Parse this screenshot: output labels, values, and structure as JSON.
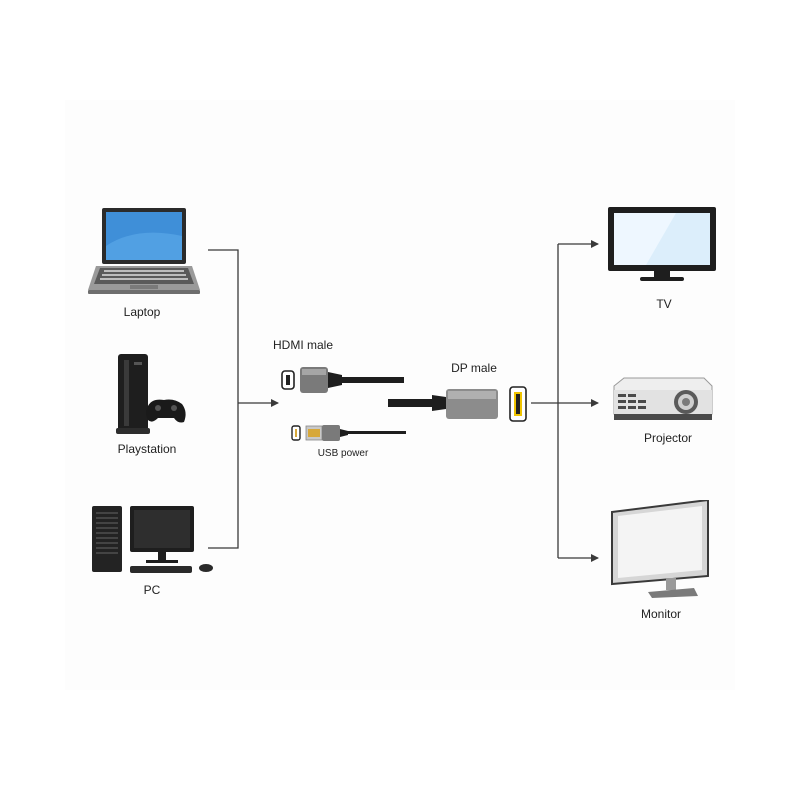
{
  "sources": [
    {
      "id": "laptop",
      "label": "Laptop",
      "icon": "laptop-icon"
    },
    {
      "id": "playstation",
      "label": "Playstation",
      "icon": "game-console-icon"
    },
    {
      "id": "pc",
      "label": "PC",
      "icon": "desktop-pc-icon"
    }
  ],
  "cable": {
    "hdmi_label": "HDMI  male",
    "usb_label": "USB power",
    "dp_label": "DP male"
  },
  "outputs": [
    {
      "id": "tv",
      "label": "TV",
      "icon": "tv-icon"
    },
    {
      "id": "projector",
      "label": "Projector",
      "icon": "projector-icon"
    },
    {
      "id": "monitor",
      "label": "Monitor",
      "icon": "monitor-icon"
    }
  ],
  "colors": {
    "line": "#3a3a3a",
    "screen_blue": "#3f8fd8",
    "device_dark": "#1e1e1e",
    "metal": "#8c8c8c"
  }
}
